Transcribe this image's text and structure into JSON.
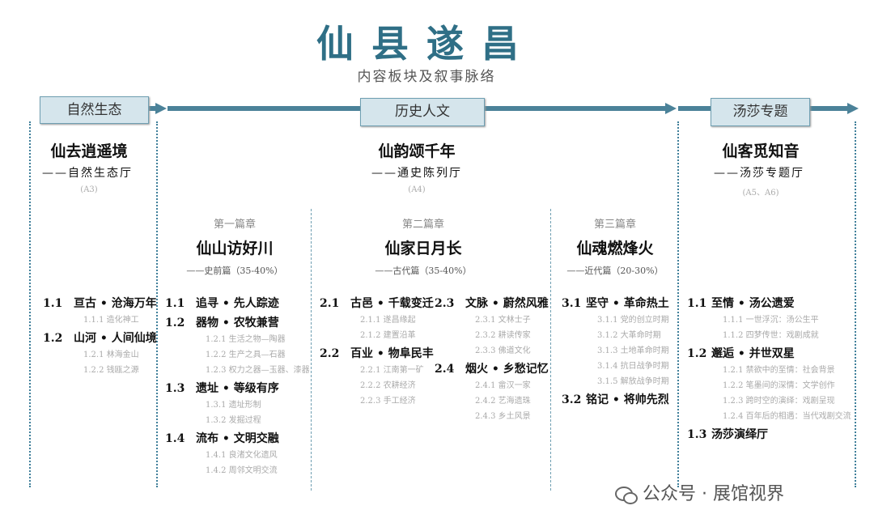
{
  "header": {
    "title": "仙县遂昌",
    "subtitle": "内容板块及叙事脉络"
  },
  "colors": {
    "accent": "#2f6f86",
    "bar": "#4b8299",
    "box_fill": "#d5e5ec"
  },
  "sections": [
    {
      "label": "自然生态",
      "title": "仙去逍遥境",
      "subtitle": "——自然生态厅",
      "code": "(A3)"
    },
    {
      "label": "历史人文",
      "title": "仙韵颂千年",
      "subtitle": "——通史陈列厅",
      "code": "(A4)"
    },
    {
      "label": "汤莎专题",
      "title": "仙客觅知音",
      "subtitle": "——汤莎专题厅",
      "code": "(A5、A6)"
    }
  ],
  "chapters": [
    {
      "label": "第一篇章",
      "title": "仙山访好川",
      "subtitle": "——史前篇（35-40%）"
    },
    {
      "label": "第二篇章",
      "title": "仙家日月长",
      "subtitle": "——古代篇（35-40%）"
    },
    {
      "label": "第三篇章",
      "title": "仙魂燃烽火",
      "subtitle": "——近代篇（20-30%）"
    }
  ],
  "columns": [
    [
      {
        "n": "1.1",
        "t": "亘古 • 沧海万年",
        "subs": [
          "1.1.1 造化神工"
        ]
      },
      {
        "n": "1.2",
        "t": "山河 • 人间仙境",
        "subs": [
          "1.2.1 林海金山",
          "1.2.2 钱瓯之源"
        ]
      }
    ],
    [
      {
        "n": "1.1",
        "t": "追寻 • 先人踪迹",
        "subs": []
      },
      {
        "n": "1.2",
        "t": "器物 • 农牧兼营",
        "subs": [
          "1.2.1 生活之物—陶器",
          "1.2.2 生产之具—石器",
          "1.2.3 权力之器—玉器、漆器"
        ]
      },
      {
        "n": "1.3",
        "t": "遗址 • 等级有序",
        "subs": [
          "1.3.1 遗址形制",
          "1.3.2 发掘过程"
        ]
      },
      {
        "n": "1.4",
        "t": "流布 • 文明交融",
        "subs": [
          "1.4.1 良渚文化遗风",
          "1.4.2 周邻文明交流"
        ]
      }
    ],
    [
      {
        "n": "2.1",
        "t": "古邑 • 千载变迁",
        "subs": [
          "2.1.1 遂昌缘起",
          "2.1.2 建置沿革"
        ]
      },
      {
        "n": "2.2",
        "t": "百业 • 物阜民丰",
        "subs": [
          "2.2.1 江南第一矿",
          "2.2.2 农耕经济",
          "2.2.3 手工经济"
        ]
      }
    ],
    [
      {
        "n": "2.3",
        "t": "文脉 • 蔚然风雅",
        "subs": [
          "2.3.1 文林士子",
          "2.3.2 耕读传家",
          "2.3.3 佛道文化"
        ]
      },
      {
        "n": "2.4",
        "t": "烟火 • 乡愁记忆",
        "subs": [
          "2.4.1 畲汉一家",
          "2.4.2 艺海遗珠",
          "2.4.3 乡土风景"
        ]
      }
    ],
    [
      {
        "n": "3.1",
        "t": "坚守 • 革命热土",
        "subs": [
          "3.1.1 党的创立时期",
          "3.1.2 大革命时期",
          "3.1.3 土地革命时期",
          "3.1.4 抗日战争时期",
          "3.1.5 解放战争时期"
        ]
      },
      {
        "n": "3.2",
        "t": "铭记 • 将帅先烈",
        "subs": []
      }
    ],
    [
      {
        "n": "1.1",
        "t": "至情 • 汤公遗爱",
        "subs": [
          "1.1.1 一世浮沉：汤公生平",
          "1.1.2 四梦传世：戏剧成就"
        ]
      },
      {
        "n": "1.2",
        "t": "邂逅 • 并世双星",
        "subs": [
          "1.2.1 禁欲中的至情：社会背景",
          "1.2.2 笔墨间的深情：文学创作",
          "1.2.3 跨时空的演绎：戏剧呈现",
          "1.2.4 百年后的相遇：当代戏剧交流"
        ]
      },
      {
        "n": "1.3",
        "t": "汤莎演绎厅",
        "subs": []
      }
    ]
  ],
  "watermark": "公众号 · 展馆视界"
}
